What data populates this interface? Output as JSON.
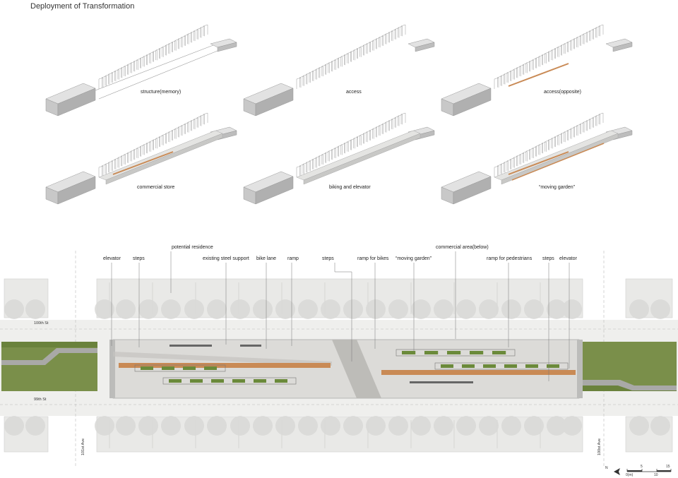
{
  "title": "Deployment of Transformation",
  "diagrams": [
    {
      "caption": "structure(memory)"
    },
    {
      "caption": "access"
    },
    {
      "caption": "access(opposite)"
    },
    {
      "caption": "commercial store"
    },
    {
      "caption": "biking and elevator"
    },
    {
      "caption": "“moving garden”"
    }
  ],
  "plan_labels": {
    "elevator_left": "elevator",
    "steps_left": "steps",
    "potential_residence": "potential residence",
    "existing_steel_support": "existing steel support",
    "bike_lane": "bike lane",
    "ramp": "ramp",
    "steps_mid": "steps",
    "ramp_for_bikes": "ramp for bikes",
    "moving_garden": "“moving garden”",
    "commercial_area": "commercial area(below)",
    "ramp_for_pedestrians": "ramp for pedestrians",
    "steps_right": "steps",
    "elevator_right": "elevator"
  },
  "streets": {
    "top": "100th St",
    "bottom": "99th St",
    "left_ave": "101st Ave",
    "right_ave": "100st Ave"
  },
  "scale": {
    "north": "N",
    "zero": "0(m)",
    "five": "5",
    "ten": "10",
    "fifteen": "15"
  },
  "colors": {
    "wood": "#c98a55",
    "green": "#6b8a3a",
    "paving": "#dcdbd8",
    "road": "#e8e8e6"
  }
}
